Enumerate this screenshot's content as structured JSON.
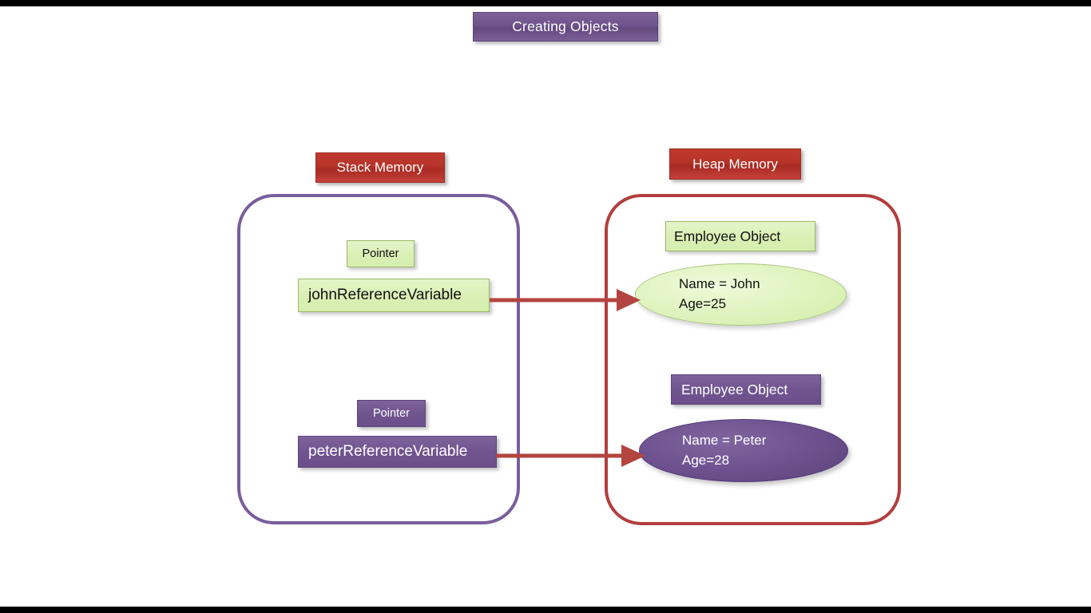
{
  "slide": {
    "title": "Creating Objects",
    "accent_purple": "#6f538c",
    "accent_red": "#b6332a",
    "accent_green": "#daf0b6",
    "background": "#ffffff",
    "letterbox_color": "#000000"
  },
  "stack": {
    "header_label": "Stack Memory",
    "border_color": "#7a5d9c",
    "entries": [
      {
        "pointer_label": "Pointer",
        "variable_name": "johnReferenceVariable",
        "theme": "green"
      },
      {
        "pointer_label": "Pointer",
        "variable_name": "peterReferenceVariable",
        "theme": "purple"
      }
    ]
  },
  "heap": {
    "header_label": "Heap Memory",
    "border_color": "#b33d3d",
    "objects": [
      {
        "object_label": "Employee Object",
        "field_name": "Name = John",
        "field_age": "Age=25",
        "theme": "green"
      },
      {
        "object_label": "Employee Object",
        "field_name": "Name = Peter",
        "field_age": "Age=28",
        "theme": "purple"
      }
    ]
  },
  "connectors": [
    {
      "name": "john-reference-arrow",
      "color": "#b4443f",
      "from": "johnReferenceVariable",
      "to": "Employee Object (John)"
    },
    {
      "name": "peter-reference-arrow",
      "color": "#b4443f",
      "from": "peterReferenceVariable",
      "to": "Employee Object (Peter)"
    }
  ]
}
